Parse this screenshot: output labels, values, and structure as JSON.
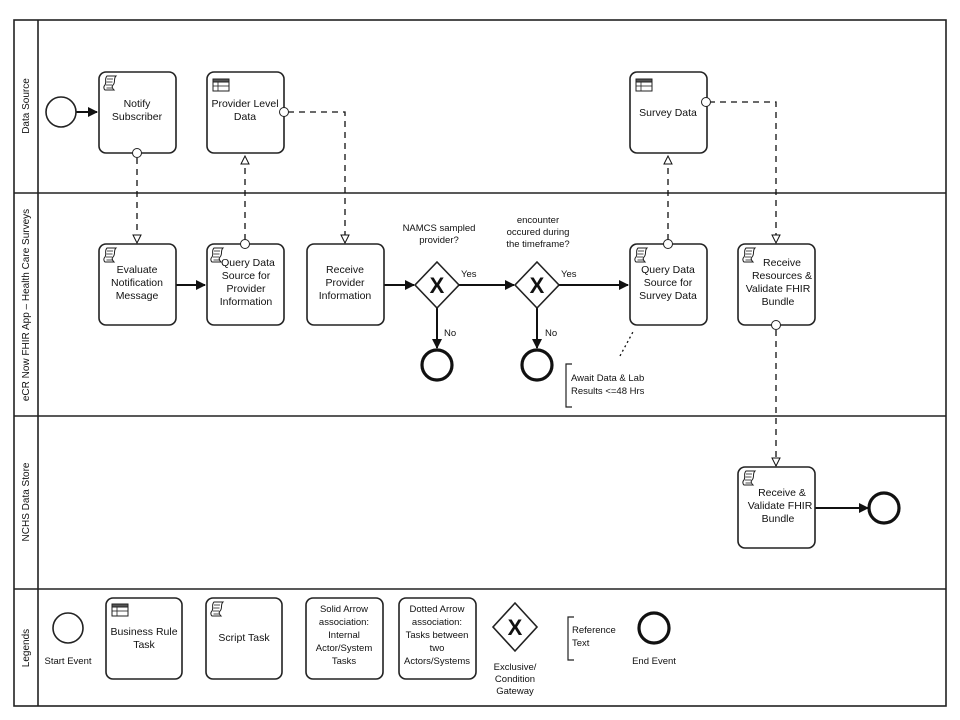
{
  "lanes": {
    "data_source": "Data Source",
    "app": "eCR Now FHIR App – Health Care Surveys",
    "store": "NCHS Data Store",
    "legends": "Legends"
  },
  "tasks": {
    "notify_subscriber": [
      "Notify",
      "Subscriber"
    ],
    "provider_level_data": [
      "Provider Level",
      "Data"
    ],
    "survey_data": [
      "Survey Data"
    ],
    "evaluate_notification": [
      "Evaluate",
      "Notification",
      "Message"
    ],
    "query_provider": [
      "Query Data",
      "Source for",
      "Provider",
      "Information"
    ],
    "receive_provider": [
      "Receive",
      "Provider",
      "Information"
    ],
    "query_survey": [
      "Query Data",
      "Source for",
      "Survey Data"
    ],
    "receive_resources": [
      "Receive",
      "Resources &",
      "Validate FHIR",
      "Bundle"
    ],
    "receive_validate": [
      "Receive &",
      "Validate FHIR",
      "Bundle"
    ]
  },
  "gateways": {
    "namcs": {
      "question": [
        "NAMCS sampled",
        "provider?"
      ],
      "yes": "Yes",
      "no": "No",
      "symbol": "X"
    },
    "encounter": {
      "question": [
        "encounter",
        "occured during",
        "the timeframe?"
      ],
      "yes": "Yes",
      "no": "No",
      "symbol": "X"
    }
  },
  "annotation": [
    "Await Data & Lab",
    "Results <=48 Hrs"
  ],
  "legend": {
    "start_event": "Start Event",
    "business_rule_task": [
      "Business Rule",
      "Task"
    ],
    "script_task": "Script Task",
    "solid_arrow": [
      "Solid Arrow",
      "association:",
      "Internal",
      "Actor/System",
      "Tasks"
    ],
    "dotted_arrow": [
      "Dotted Arrow",
      "association:",
      "Tasks between",
      "two",
      "Actors/Systems"
    ],
    "gateway": [
      "Exclusive/",
      "Condition",
      "Gateway"
    ],
    "gateway_symbol": "X",
    "reference_text": [
      "Reference",
      "Text"
    ],
    "end_event": "End Event"
  },
  "icons": {
    "script": "script-icon",
    "business_rule": "business-rule-table-icon"
  }
}
